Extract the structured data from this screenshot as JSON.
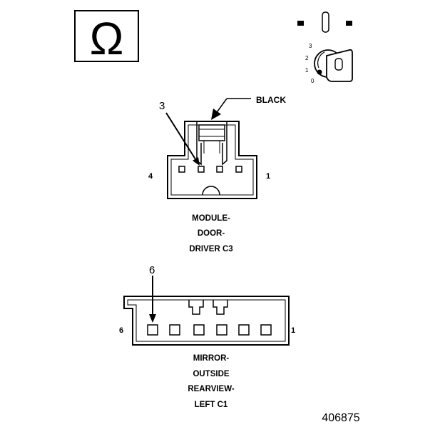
{
  "symbol": {
    "omega_glyph": "Ω",
    "icon": "omega-icon",
    "key_positions": [
      "3",
      "2",
      "1",
      "0"
    ],
    "key_icon": "ignition-key-icon"
  },
  "connector_c3": {
    "wire_color_label": "BLACK",
    "callout_pin": "3",
    "pin_left_label": "4",
    "pin_right_label": "1",
    "caption_lines": [
      "MODULE-",
      "DOOR-",
      "DRIVER C3"
    ]
  },
  "connector_c1": {
    "callout_pin": "6",
    "pin_left_label": "6",
    "pin_right_label": "1",
    "caption_lines": [
      "MIRROR-",
      "OUTSIDE",
      "REARVIEW-",
      "LEFT C1"
    ]
  },
  "figure_number": "406875"
}
